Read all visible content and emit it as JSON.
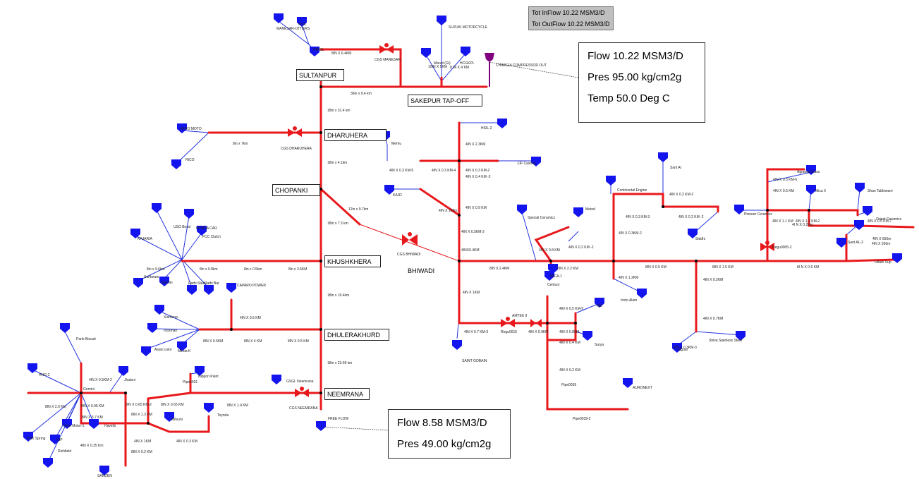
{
  "totals": {
    "inflow": "Tot InFlow 10.22 MSM3/D",
    "outflow": "Tot OutFlow 10.22 MSM3/D"
  },
  "info_top": {
    "flow": "Flow 10.22 MSM3/D",
    "pres": "Pres 95.00 kg/cm2g",
    "temp": "Temp 50.0 Deg C"
  },
  "info_bottom": {
    "flow": "Flow 8.58 MSM3/D",
    "pres": "Pres 49.00 kg/cm2g"
  },
  "stations": {
    "sultanpur": "SULTANPUR",
    "sakepur": "SAKEPUR TAP-OFF",
    "dharuhera": "DHARUHERA",
    "chopanki": "CHOPANKI",
    "khushkhera": "KHUSHKHERA",
    "bhiwadi": "BHIWADI",
    "dhulerakhurd": "DHULERAKHURD",
    "neemrana": "NEEMRANA"
  },
  "pipes": {
    "p1": "18in x 31.4 km",
    "p2": "18in x 4.1km",
    "p3": "18in x 7.3 km",
    "p4": "18in x 19.4km",
    "p5": "18in x 23.08 km",
    "p6": "36in x 9.4 km",
    "p7": "8IN X 6.4KM",
    "p8": "8in x 7km",
    "p9": "12in x 9.7km",
    "p10": "8IN X 2.4KM",
    "p11": "8IN X 2.2 KM",
    "p12": "8IN X 0.5 KM",
    "p13": "8IN X 1.5 KM",
    "p14": "8I N X 0.5 KM",
    "p15": "8IN X 1.4 KM",
    "p16": "8IN X 9.5 KM",
    "p17": "8IN X 4 KM",
    "p18": "8IN X 0.6KM",
    "p19": "8in x 3.5KM",
    "p20": "8in x 0.5km",
    "p21": "8in x 0.8km",
    "p22": "8in x 9.6km",
    "p23": "4IN X 0.5  KM",
    "p24": "4IN X 1KM",
    "p25": "4IN X 0.7 KM-3",
    "p26": "4IN X 0.9KM",
    "p27": "4IN X 0.8KM",
    "p28": "4IN X 0.4 KM",
    "p29": "4IN X 0.2 KM",
    "p30": "4IN X 0.5 KM-5",
    "p31": "4INX0.4KM",
    "p32": "4IN X 0.5KM-2",
    "p33": "4IN X 0.9 KM",
    "p34": "4IN X 100m",
    "p35": "4IN X 0.3 KM-5",
    "p36": "4IN X 0.3 KM-4",
    "p37": "4IN X 0.3 KM-2",
    "p38": "4IN X 0.4 KM -2",
    "p39": "4IN X 2.3KM",
    "p40": "4IN X 0.3 KM-3",
    "p41": "4IN X 0.2 KM -2",
    "p42": "4IN X 0.3KM-2",
    "p43": "4IN X 0.2 KM-2",
    "p44": "4IN X 1.2KM",
    "p45": "4IN X 0.2KM",
    "p46": "4IN X 0.7KM",
    "p47": "4IN X 0.5 KM-6",
    "p48": "4IN X 0.5 KM",
    "p49": "4IN X 1.1 KM-2",
    "p50": "4IN X 0.5 KM-7",
    "p51": "4IN X 200m",
    "p52": "4IN X 650m",
    "p53": "8IN X 2.0 KM",
    "p54": "8IN X 0.95 KM",
    "p55": "8IN X 3.7 KM",
    "p56": "8IN X 0.65 KM-2",
    "p57": "8IN X 0.65 KM",
    "p58": "8IN X 1.3 KM",
    "p59": "4IN X 0.35 Km",
    "p60": "4IN X 1KM",
    "p61": "4IN X 0.3 KM",
    "p62": "8IN X 0.2 KM",
    "p63": "4IN X 0.5KM-2",
    "p64": "Pipe0001",
    "p65": "Pipe0039",
    "p66": "Pipe0039-2",
    "p67": "4IN X 0.3KM-3",
    "p68": "4IN X 0.8 KM",
    "p69": "4IN X 0.2  KM -2",
    "p70": "4I N X 0.2Km",
    "p71": "4IN X 1.1 KM"
  },
  "regulators": {
    "manesar": "CGS MANESAR",
    "dharuhera": "CGS DHARUHERA",
    "bhiwadi": "CGS BHIWADI",
    "neemrana": "CGS NEEMRANA",
    "r15": "Regu0015",
    "r52": "Regu0005-2",
    "amtek": "AMTEK II"
  },
  "consumers": {
    "c1": "MANESAR-OTHERS",
    "c2": "MSIL",
    "c3": "HMSIL",
    "c4": "SUZUKI MOTORCYCLE",
    "c5": "Maruti (Gl)",
    "c6": "HCGKPL",
    "c7": "8 IN X 4 KM",
    "c8": "CHARGIA COMPRESSOR OUT",
    "c9": "HERO MOTO",
    "c10": "RICO",
    "c11": "Mehru",
    "c12": "HSIL-2",
    "c13": "JJF Casting",
    "c14": "KAJD",
    "c15": "Special Ceramics",
    "c16": "Metod",
    "c17": "MICA-1",
    "c18": "Century",
    "c19": "Insto Alum",
    "c20": "KEI",
    "c21": "Surya",
    "c22": "SAINT GOBAIN",
    "c23": "AURONEXT",
    "c24": "Continental Engine",
    "c25": "Sant Al",
    "c26": "Siddhi",
    "c27": "Jaguar",
    "c28": "Shiva Stainless Steel",
    "c29": "Agrawal Glass",
    "c30": "Mica II",
    "c31": "Shan Tableware",
    "c32": "Pioneer Ceramics",
    "c33": "Sant AL-2",
    "c34": "Uttam Sup",
    "c35": "Orient Ceramics",
    "c36": "KAJARIA",
    "c37": "USG Boral",
    "c38": "HONDA CAR",
    "c39": "FCC Clutch",
    "c40": "Sunbeam",
    "c41": "Daikhin",
    "c42": "Rathi Steel",
    "c43": "Rathi Bar",
    "c44": "CAPARO POWER",
    "c45": "Xianfeng",
    "c46": "rockman",
    "c47": "Asian color",
    "c48": "Minda K",
    "c49": "Nippon Paint",
    "c50": "GSGL Neemrana",
    "c51": "FREE FLOW",
    "c52": "Parle Biscuit",
    "c53": "HNG-2",
    "c54": "Jhalani",
    "c55": "Mitsuni",
    "c56": "Toyoda",
    "c57": "HHK Spring",
    "c58": "Hero Motor-1",
    "c59": "IGP",
    "c60": "Richfield",
    "c61": "Havells",
    "c62": "SANDEN",
    "c63": "4IN X 0.5KM-2",
    "c64": "Gemini",
    "c65": "10IN X 5KM"
  },
  "colors": {
    "main_pipe": "#e8191c",
    "branch_line": "#2233dd",
    "consumer": "#1414ee",
    "regulator": "#e8191c",
    "compressor": "#800080"
  }
}
